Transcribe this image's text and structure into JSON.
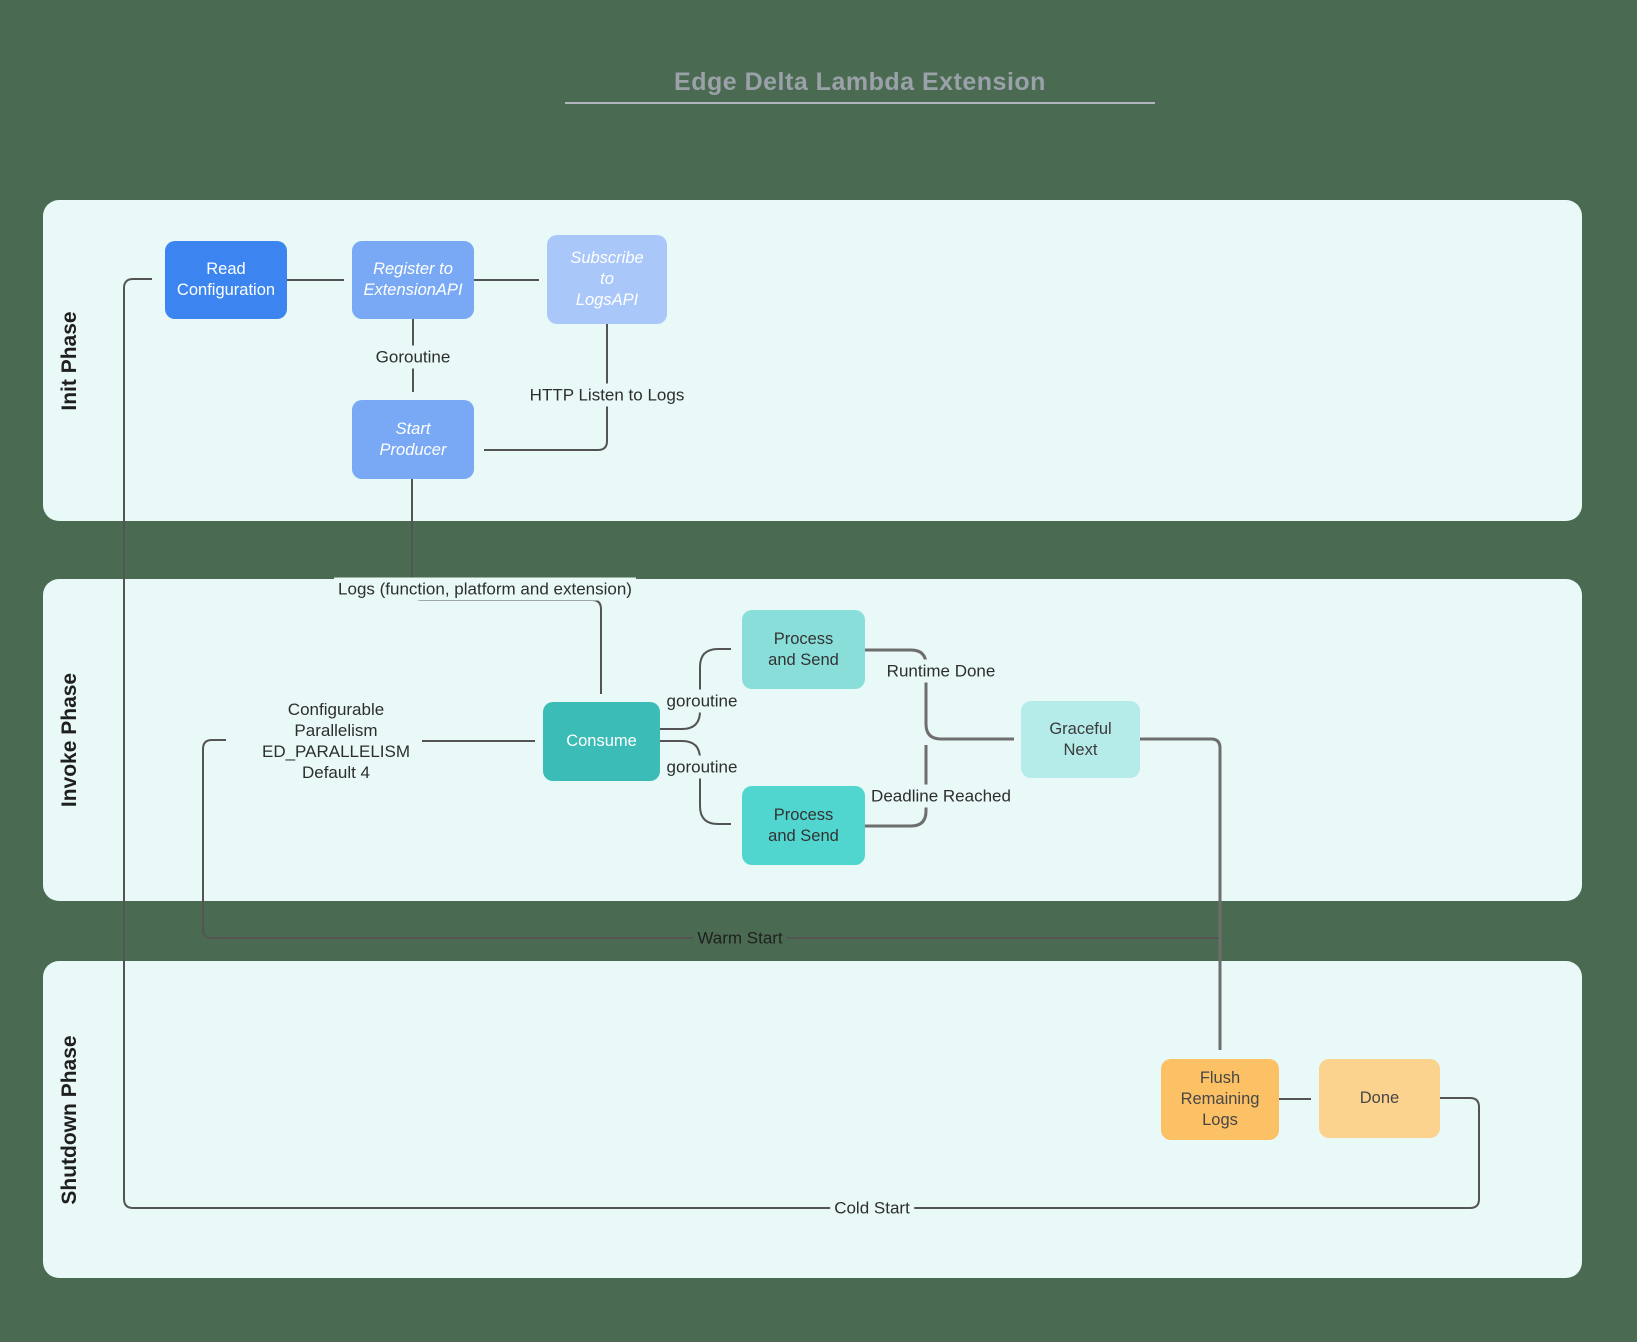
{
  "title": "Edge Delta Lambda Extension",
  "colors": {
    "background": "#4a6b51",
    "band": "#e8f9f8",
    "title_text": "#9aa1a9",
    "title_underline": "#b0b6bc",
    "connector": "#545454",
    "connector_thick": "#6e6e6e",
    "label_text": "#2e2e2e",
    "phase_label_text": "#1f1f1f"
  },
  "phases": [
    {
      "label": "Init Phase"
    },
    {
      "label": "Invoke Phase"
    },
    {
      "label": "Shutdown Phase"
    }
  ],
  "nodes": {
    "read_config": {
      "label": "Read\nConfiguration",
      "bg": "#3c85f0",
      "fg": "#ffffff"
    },
    "register": {
      "label": "Register to\nExtensionAPI",
      "bg": "#79a9f4",
      "fg": "#ffffff"
    },
    "subscribe": {
      "label": "Subscribe\nto\nLogsAPI",
      "bg": "#a9c7f8",
      "fg": "#ffffff"
    },
    "start_producer": {
      "label": "Start\nProducer",
      "bg": "#79a9f4",
      "fg": "#ffffff"
    },
    "consume": {
      "label": "Consume",
      "bg": "#3bbcb6",
      "fg": "#ffffff"
    },
    "process_send_top": {
      "label": "Process\nand Send",
      "bg": "#89ded9",
      "fg": "#333333"
    },
    "process_send_bottom": {
      "label": "Process\nand Send",
      "bg": "#50d5cf",
      "fg": "#333333"
    },
    "graceful_next": {
      "label": "Graceful\nNext",
      "bg": "#b5ebe9",
      "fg": "#3b3b3b"
    },
    "flush_logs": {
      "label": "Flush\nRemaining\nLogs",
      "bg": "#fbc164",
      "fg": "#474747"
    },
    "done": {
      "label": "Done",
      "bg": "#fcd28f",
      "fg": "#474747"
    }
  },
  "edge_labels": {
    "goroutine_init": "Goroutine",
    "http_listen": "HTTP Listen to Logs",
    "logs_flow": "Logs (function, platform and extension)",
    "parallelism": "Configurable\nParallelism\nED_PARALLELISM\nDefault 4",
    "goroutine_top": "goroutine",
    "goroutine_bottom": "goroutine",
    "runtime_done": "Runtime Done",
    "deadline_reached": "Deadline Reached",
    "warm_start": "Warm Start",
    "cold_start": "Cold Start"
  }
}
